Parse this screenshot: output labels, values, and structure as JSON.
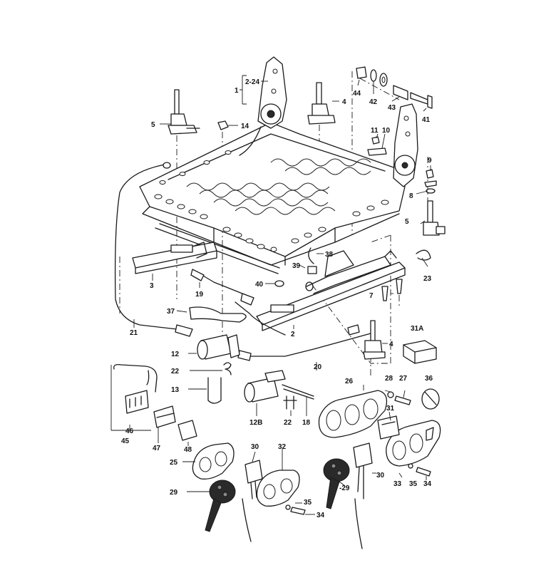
{
  "diagram": {
    "colors": {
      "ink": "#1a1a1a",
      "paper": "#ffffff"
    },
    "callouts": [
      {
        "id": "c1",
        "text": "1"
      },
      {
        "id": "c2_24",
        "text": "2-24"
      },
      {
        "id": "c4a",
        "text": "4"
      },
      {
        "id": "c5a",
        "text": "5"
      },
      {
        "id": "c14",
        "text": "14"
      },
      {
        "id": "c44",
        "text": "44"
      },
      {
        "id": "c42",
        "text": "42"
      },
      {
        "id": "c43",
        "text": "43"
      },
      {
        "id": "c41",
        "text": "41"
      },
      {
        "id": "c11",
        "text": "11"
      },
      {
        "id": "c10",
        "text": "10"
      },
      {
        "id": "c9",
        "text": "9"
      },
      {
        "id": "c8",
        "text": "8"
      },
      {
        "id": "c5b",
        "text": "5"
      },
      {
        "id": "c23",
        "text": "23"
      },
      {
        "id": "c38",
        "text": "38"
      },
      {
        "id": "c39",
        "text": "39"
      },
      {
        "id": "c40",
        "text": "40"
      },
      {
        "id": "c7",
        "text": "7"
      },
      {
        "id": "c3",
        "text": "3"
      },
      {
        "id": "c19",
        "text": "19"
      },
      {
        "id": "c37",
        "text": "37"
      },
      {
        "id": "c21",
        "text": "21"
      },
      {
        "id": "c2",
        "text": "2"
      },
      {
        "id": "c4b",
        "text": "4"
      },
      {
        "id": "c31A",
        "text": "31A"
      },
      {
        "id": "c12",
        "text": "12"
      },
      {
        "id": "c22a",
        "text": "22"
      },
      {
        "id": "c20",
        "text": "20"
      },
      {
        "id": "c13",
        "text": "13"
      },
      {
        "id": "c28",
        "text": "28"
      },
      {
        "id": "c27",
        "text": "27"
      },
      {
        "id": "c36",
        "text": "36"
      },
      {
        "id": "c26",
        "text": "26"
      },
      {
        "id": "c31",
        "text": "31"
      },
      {
        "id": "c12B",
        "text": "12B"
      },
      {
        "id": "c22b",
        "text": "22"
      },
      {
        "id": "c18",
        "text": "18"
      },
      {
        "id": "c46",
        "text": "46"
      },
      {
        "id": "c45",
        "text": "45"
      },
      {
        "id": "c47",
        "text": "47"
      },
      {
        "id": "c48",
        "text": "48"
      },
      {
        "id": "c25",
        "text": "25"
      },
      {
        "id": "c30a",
        "text": "30"
      },
      {
        "id": "c32",
        "text": "32"
      },
      {
        "id": "c30b",
        "text": "30"
      },
      {
        "id": "c29a",
        "text": "29"
      },
      {
        "id": "c29b",
        "text": "-29"
      },
      {
        "id": "c33",
        "text": "33"
      },
      {
        "id": "c35a",
        "text": "35"
      },
      {
        "id": "c34a",
        "text": "34"
      },
      {
        "id": "c35b",
        "text": "35"
      },
      {
        "id": "c34b",
        "text": "34"
      }
    ]
  }
}
